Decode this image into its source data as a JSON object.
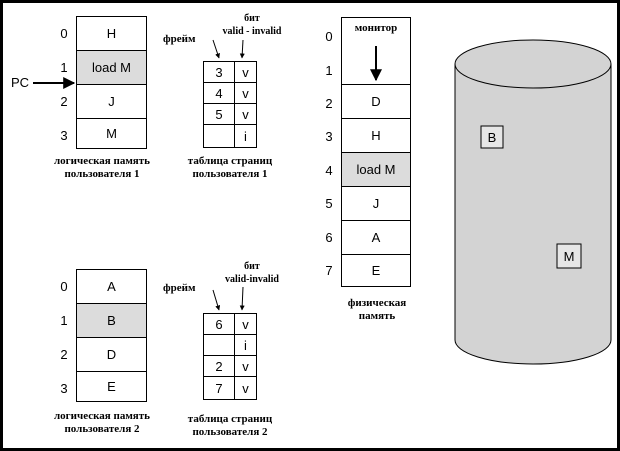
{
  "user1": {
    "indices": [
      "0",
      "1",
      "2",
      "3"
    ],
    "cells": [
      "H",
      "load M",
      "J",
      "M"
    ],
    "label": "логическая память\nпользователя 1"
  },
  "pc_label": "PC",
  "pagetable1": {
    "frame_label": "фрейм",
    "bit_label": "бит\nvalid - invalid",
    "frames": [
      "3",
      "4",
      "5",
      ""
    ],
    "bits": [
      "v",
      "v",
      "v",
      "i"
    ],
    "caption": "таблица страниц\nпользователя 1"
  },
  "physical": {
    "indices": [
      "0",
      "1",
      "2",
      "3",
      "4",
      "5",
      "6",
      "7"
    ],
    "cells": [
      "монитор",
      "",
      "D",
      "H",
      "load M",
      "J",
      "A",
      "E"
    ],
    "caption": "физическая\nпамять"
  },
  "user2": {
    "indices": [
      "0",
      "1",
      "2",
      "3"
    ],
    "cells": [
      "A",
      "B",
      "D",
      "E"
    ],
    "label": "логическая память\nпользователя  2"
  },
  "pagetable2": {
    "frame_label": "фрейм",
    "bit_label": "бит\nvalid-invalid",
    "frames": [
      "6",
      "",
      "2",
      "7"
    ],
    "bits": [
      "v",
      "i",
      "v",
      "v"
    ],
    "caption": "таблица страниц\nпользователя 2"
  },
  "disk": {
    "pages": [
      "B",
      "M"
    ],
    "fill": "#d3d3d3"
  }
}
